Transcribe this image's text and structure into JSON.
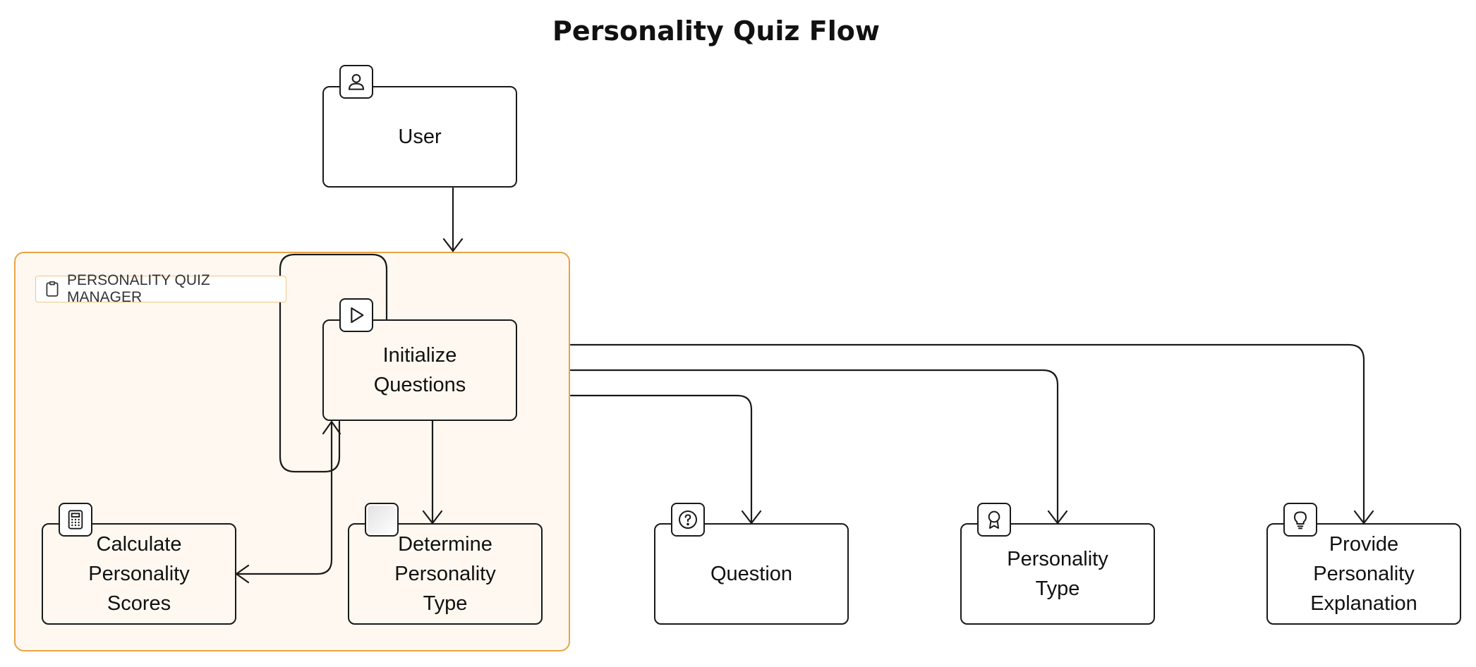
{
  "diagram": {
    "title": "Personality Quiz Flow",
    "group": {
      "label": "PERSONALITY QUIZ MANAGER",
      "icon": "clipboard-icon",
      "accent_color": "#e8a444",
      "fill_color": "#fff8f0"
    },
    "nodes": [
      {
        "id": "user",
        "label": "User",
        "icon": "user-icon"
      },
      {
        "id": "init",
        "label": "Initialize\nQuestions",
        "icon": "play-icon"
      },
      {
        "id": "calc",
        "label": "Calculate\nPersonality\nScores",
        "icon": "calculator-icon"
      },
      {
        "id": "determine",
        "label": "Determine\nPersonality\nType",
        "icon": "blank-icon"
      },
      {
        "id": "question",
        "label": "Question",
        "icon": "question-circle-icon"
      },
      {
        "id": "ptype",
        "label": "Personality\nType",
        "icon": "award-ribbon-icon"
      },
      {
        "id": "explain",
        "label": "Provide\nPersonality\nExplanation",
        "icon": "lightbulb-icon"
      }
    ],
    "edges": [
      {
        "from": "user",
        "to": "group"
      },
      {
        "from": "init",
        "to": "init"
      },
      {
        "from": "init",
        "to": "determine"
      },
      {
        "from": "calc",
        "to": "init"
      },
      {
        "from": "init",
        "to": "calc"
      },
      {
        "from": "group",
        "to": "question"
      },
      {
        "from": "group",
        "to": "ptype"
      },
      {
        "from": "group",
        "to": "explain"
      }
    ]
  }
}
